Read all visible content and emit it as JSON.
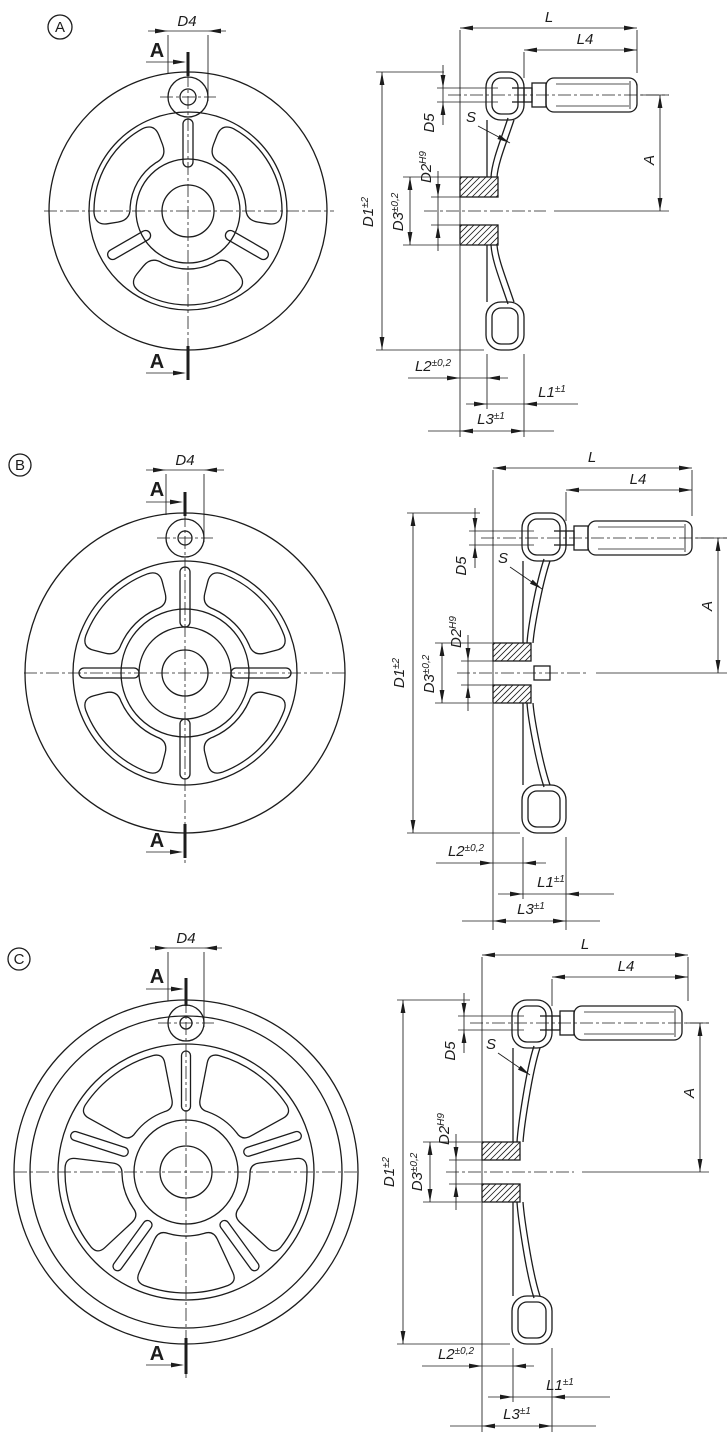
{
  "drawing": {
    "colors": {
      "line": "#1c1c1c",
      "background": "#ffffff"
    },
    "panels": [
      {
        "marker": "A",
        "section_label": "A",
        "front": {
          "d4": "D4"
        },
        "side": {
          "l": "L",
          "l4": "L4",
          "d5": "D5",
          "s": "S",
          "a": "A",
          "d2": {
            "base": "D2",
            "sup": "H9"
          },
          "d3": {
            "base": "D3",
            "sup": "±0,2"
          },
          "d1": {
            "base": "D1",
            "sup": "±2"
          },
          "l2": {
            "base": "L2",
            "sup": "±0,2"
          },
          "l1": {
            "base": "L1",
            "sup": "±1"
          },
          "l3": {
            "base": "L3",
            "sup": "±1"
          }
        }
      },
      {
        "marker": "B",
        "section_label": "A",
        "front": {
          "d4": "D4"
        },
        "side": {
          "l": "L",
          "l4": "L4",
          "d5": "D5",
          "s": "S",
          "a": "A",
          "d2": {
            "base": "D2",
            "sup": "H9"
          },
          "d3": {
            "base": "D3",
            "sup": "±0,2"
          },
          "d1": {
            "base": "D1",
            "sup": "±2"
          },
          "l2": {
            "base": "L2",
            "sup": "±0,2"
          },
          "l1": {
            "base": "L1",
            "sup": "±1"
          },
          "l3": {
            "base": "L3",
            "sup": "±1"
          }
        }
      },
      {
        "marker": "C",
        "section_label": "A",
        "front": {
          "d4": "D4"
        },
        "side": {
          "l": "L",
          "l4": "L4",
          "d5": "D5",
          "s": "S",
          "a": "A",
          "d2": {
            "base": "D2",
            "sup": "H9"
          },
          "d3": {
            "base": "D3",
            "sup": "±0,2"
          },
          "d1": {
            "base": "D1",
            "sup": "±2"
          },
          "l2": {
            "base": "L2",
            "sup": "±0,2"
          },
          "l1": {
            "base": "L1",
            "sup": "±1"
          },
          "l3": {
            "base": "L3",
            "sup": "±1"
          }
        }
      }
    ]
  }
}
